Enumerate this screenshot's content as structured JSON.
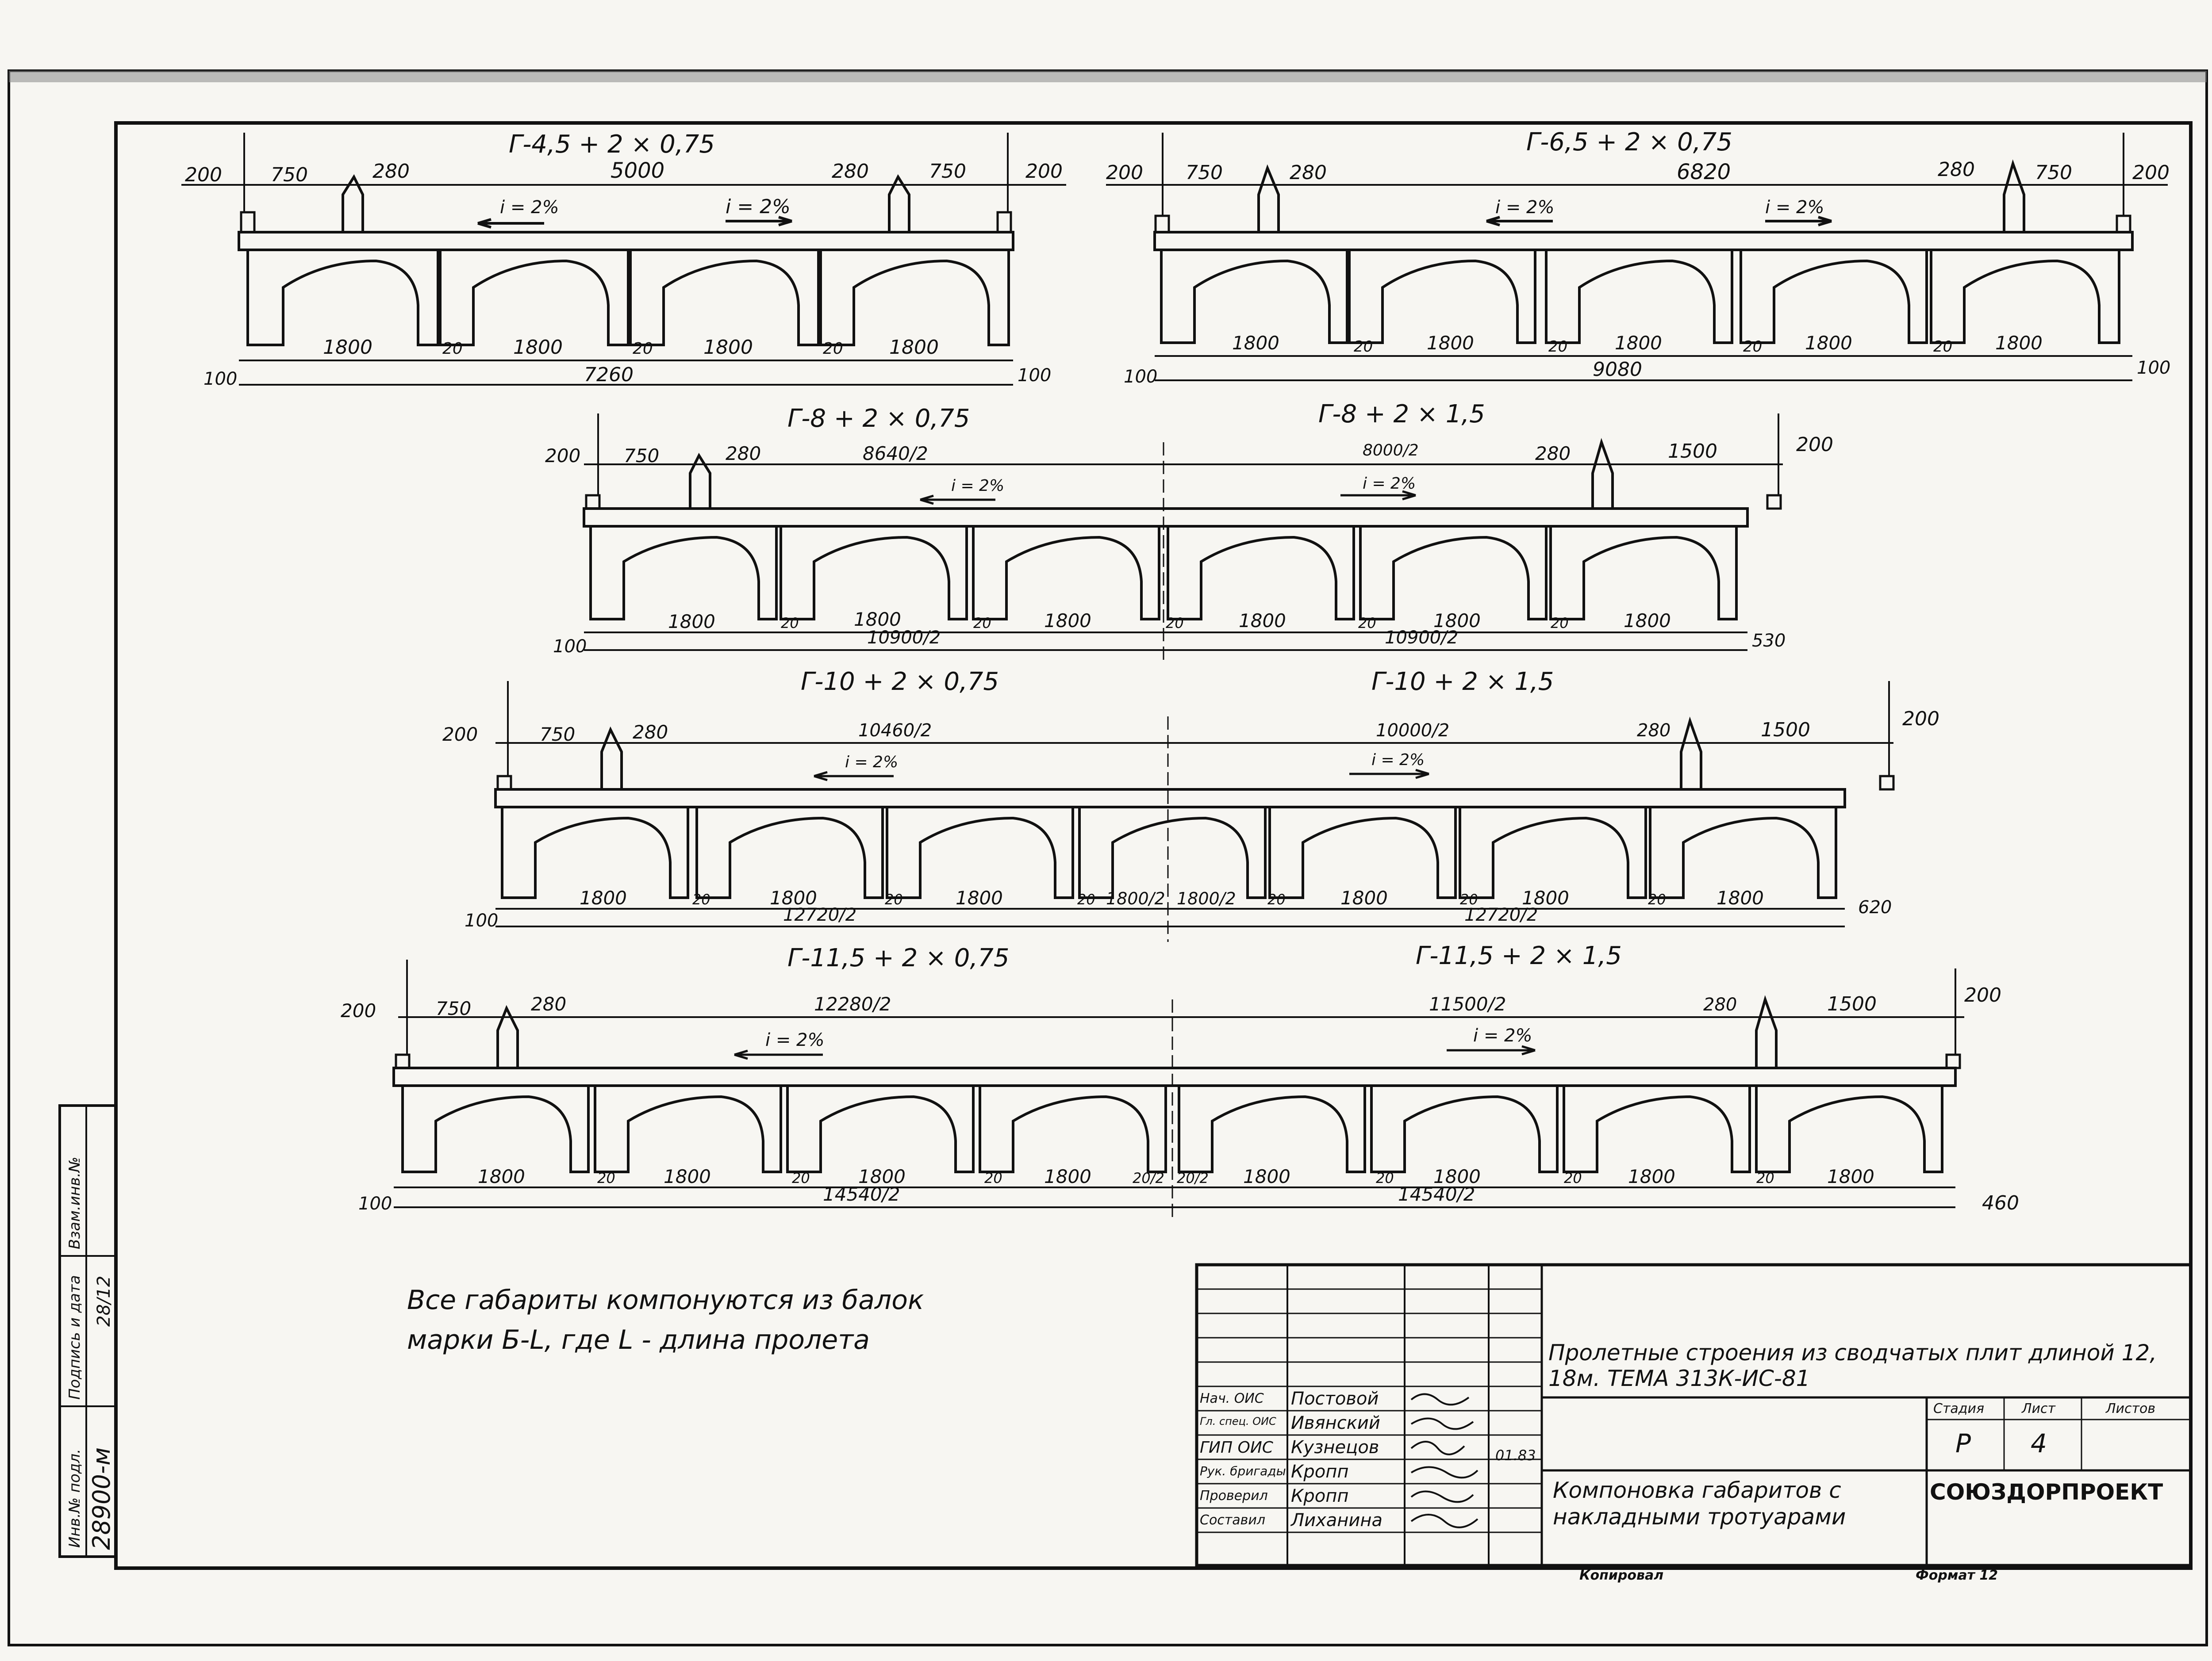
{
  "sections": [
    {
      "title": "Г-4,5 + 2 × 0,75",
      "top_dims": [
        "200",
        "750",
        "280",
        "5000",
        "280",
        "750",
        "200"
      ],
      "slopes": [
        "i = 2%",
        "i = 2%"
      ],
      "bottom_dims": [
        "1800",
        "1800",
        "1800",
        "1800",
        "20",
        "20",
        "20"
      ],
      "overall": "7260",
      "left_edge": "100",
      "right_edge": "100"
    },
    {
      "title": "Г-6,5 + 2 × 0,75",
      "top_dims": [
        "200",
        "750",
        "280",
        "6820",
        "280",
        "750",
        "200"
      ],
      "slopes": [
        "i = 2%",
        "i = 2%"
      ],
      "bottom_dims": [
        "1800",
        "1800",
        "1800",
        "1800",
        "1800",
        "20",
        "20",
        "20",
        "20"
      ],
      "overall": "9080",
      "left_edge": "100",
      "right_edge": "100"
    },
    {
      "title": "Г-8 + 2 × 0,75",
      "title_right": "Г-8 + 2 × 1,5",
      "top_dims": [
        "200",
        "750",
        "280",
        "8640/2",
        "8000/2",
        "280",
        "1500",
        "200"
      ],
      "slopes": [
        "i = 2%",
        "i = 2%"
      ],
      "bottom_dims": [
        "1800",
        "1800",
        "1800",
        "1800",
        "1800",
        "1800",
        "20",
        "20",
        "20",
        "20",
        "20"
      ],
      "overall_left": "10900/2",
      "overall_right": "10900/2",
      "left_edge": "100",
      "right_edge": "530"
    },
    {
      "title": "Г-10 + 2 × 0,75",
      "title_right": "Г-10 + 2 × 1,5",
      "top_dims": [
        "200",
        "750",
        "280",
        "10460/2",
        "10000/2",
        "280",
        "1500",
        "200"
      ],
      "slopes": [
        "i = 2%",
        "i = 2%"
      ],
      "bottom_dims": [
        "1800",
        "1800",
        "1800",
        "1800/2",
        "1800/2",
        "1800",
        "1800",
        "1800",
        "20",
        "20",
        "20",
        "20",
        "20",
        "20"
      ],
      "overall_left": "12720/2",
      "overall_right": "12720/2",
      "left_edge": "100",
      "right_edge": "620"
    },
    {
      "title": "Г-11,5 + 2 × 0,75",
      "title_right": "Г-11,5 + 2 × 1,5",
      "top_dims": [
        "200",
        "750",
        "280",
        "12280/2",
        "11500/2",
        "280",
        "1500",
        "200"
      ],
      "slopes": [
        "i = 2%",
        "i = 2%"
      ],
      "bottom_dims": [
        "1800",
        "1800",
        "1800",
        "1800",
        "1800",
        "1800",
        "1800",
        "1800",
        "20",
        "20",
        "20",
        "20/2",
        "20/2",
        "20",
        "20",
        "20"
      ],
      "overall_left": "14540/2",
      "overall_right": "14540/2",
      "left_edge": "100",
      "right_edge": "460"
    }
  ],
  "note": {
    "line1": "Все габариты компонуются из балок",
    "line2": "марки Б-L, где L - длина пролета"
  },
  "side_stamp": {
    "col1": "Инв.№ подл.",
    "val1": "28900-м",
    "col2": "Подпись и дата",
    "val2": "28/12",
    "col3": "Взам.инв.№"
  },
  "title_block": {
    "project": "Пролетные строения из сводчатых плит длиной 12, 18м. ТЕМА 313К-ИС-81",
    "stage_label": "Стадия",
    "sheet_label": "Лист",
    "sheets_label": "Листов",
    "stage": "Р",
    "sheet": "4",
    "drawing_title": "Компоновка габаритов с накладными тротуарами",
    "org": "СОЮЗДОРПРОЕКТ",
    "copied": "Копировал",
    "format": "Формат 12",
    "date": "01.83",
    "signatures": [
      {
        "role": "Нач. ОИС",
        "name": "Постовой"
      },
      {
        "role": "Гл. спец. ОИС",
        "name": "Ивянский"
      },
      {
        "role": "ГИП ОИС",
        "name": "Кузнецов"
      },
      {
        "role": "Рук. бригады",
        "name": "Кропп"
      },
      {
        "role": "Проверил",
        "name": "Кропп"
      },
      {
        "role": "Составил",
        "name": "Лиханина"
      }
    ]
  }
}
